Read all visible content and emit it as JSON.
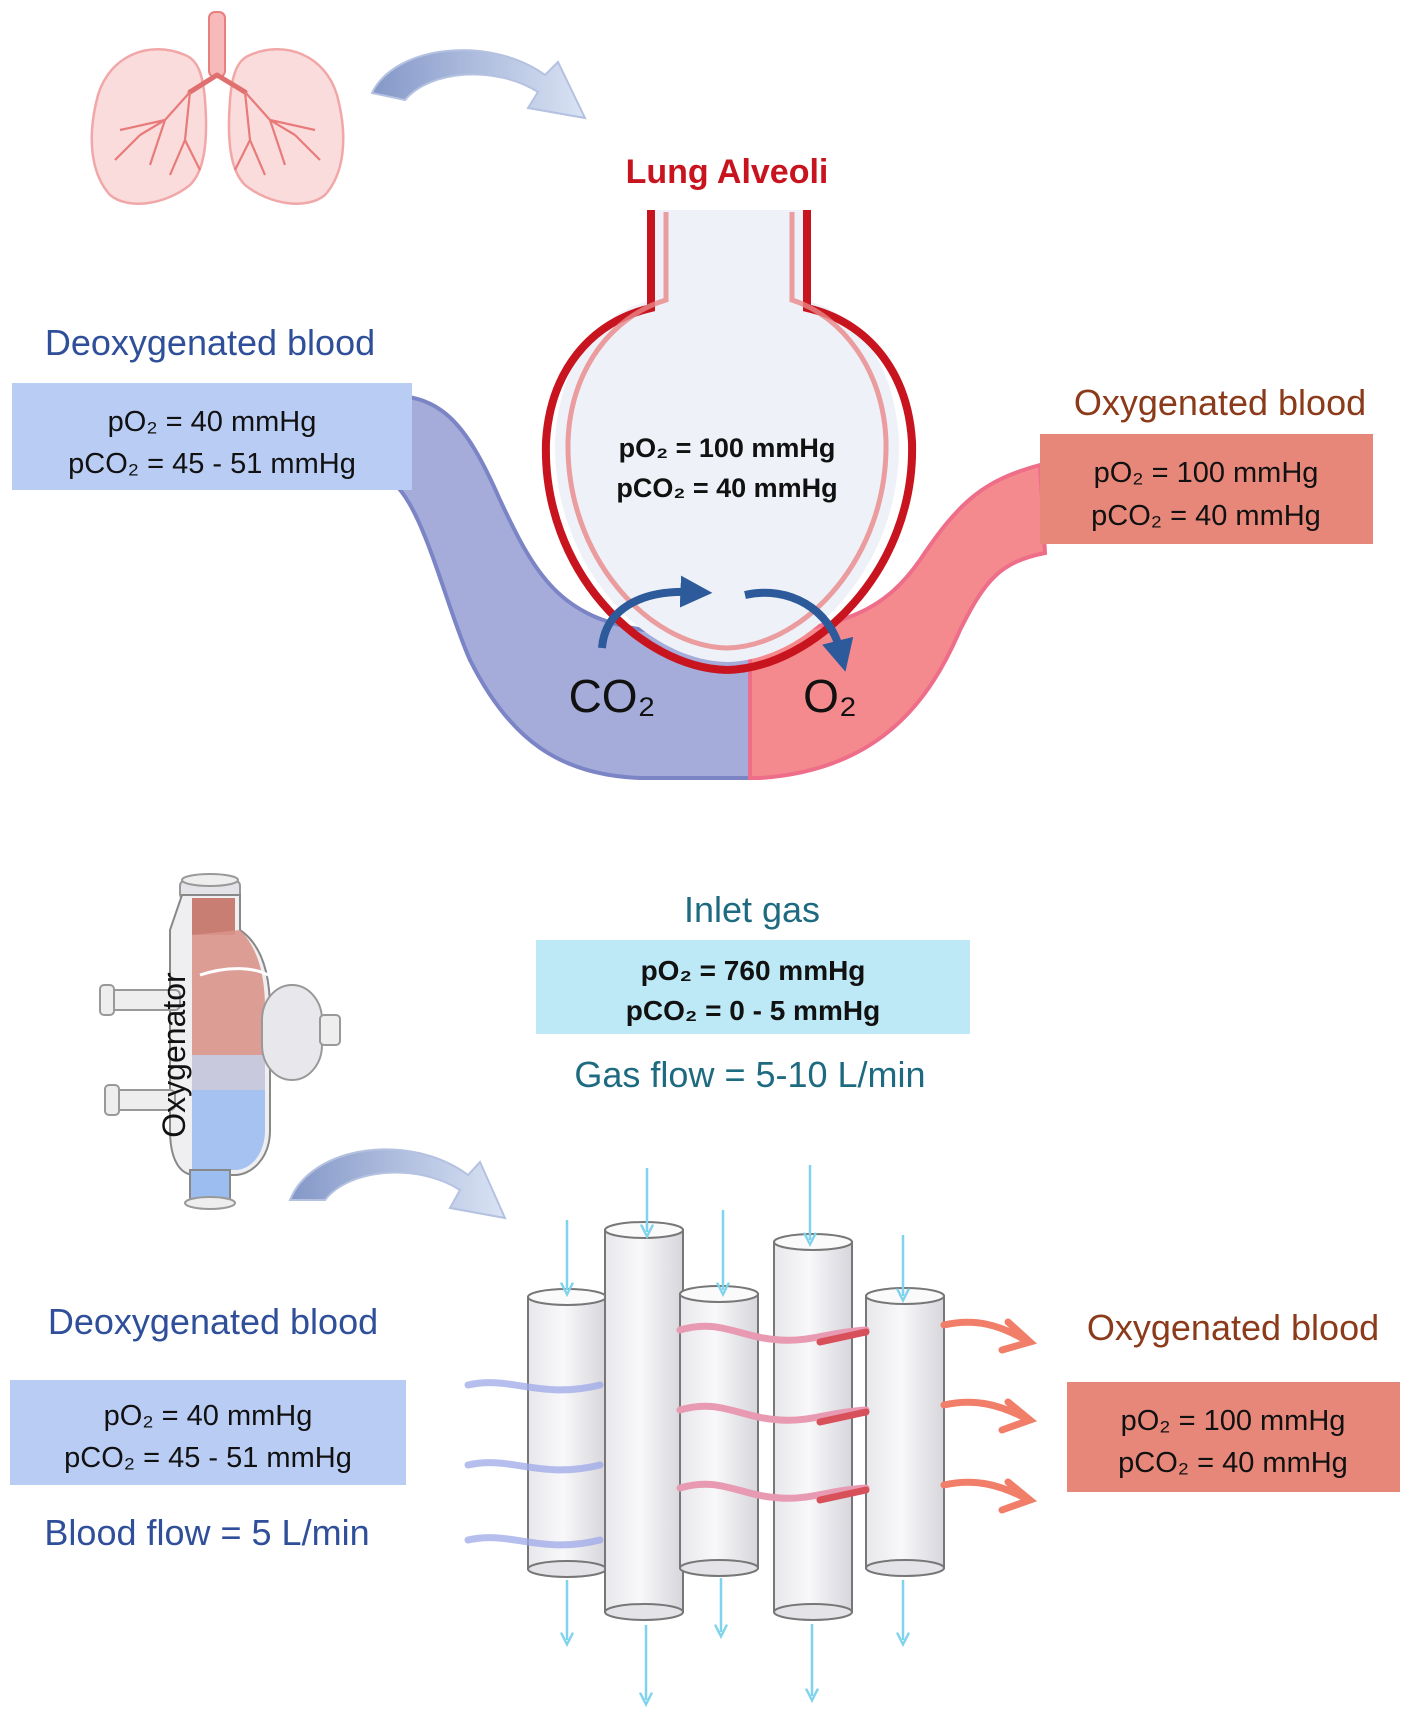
{
  "top": {
    "title": "Lung Alveoli",
    "alveoli_po2": "pO₂ = 100 mmHg",
    "alveoli_pco2": "pCO₂ = 40 mmHg",
    "deoxy_title": "Deoxygenated blood",
    "deoxy_po2": "pO₂ = 40 mmHg",
    "deoxy_pco2": "pCO₂ = 45 - 51 mmHg",
    "oxy_title": "Oxygenated blood",
    "oxy_po2": "pO₂ = 100 mmHg",
    "oxy_pco2": "pCO₂ = 40 mmHg",
    "co2_label": "CO₂",
    "o2_label": "O₂"
  },
  "bottom": {
    "oxygenator_label": "Oxygenator",
    "inlet_title": "Inlet gas",
    "inlet_po2": "pO₂ = 760 mmHg",
    "inlet_pco2": "pCO₂ = 0 - 5 mmHg",
    "gas_flow": "Gas flow = 5-10 L/min",
    "deoxy_title": "Deoxygenated blood",
    "deoxy_po2": "pO₂ = 40 mmHg",
    "deoxy_pco2": "pCO₂ = 45 - 51 mmHg",
    "blood_flow": "Blood flow = 5 L/min",
    "oxy_title": "Oxygenated blood",
    "oxy_po2": "pO₂ = 100 mmHg",
    "oxy_pco2": "pCO₂ = 40 mmHg"
  },
  "colors": {
    "deoxy_text": "#2F4F9A",
    "deoxy_box": "#B8CCF4",
    "deoxy_vessel": "#A5ACDA",
    "oxy_text": "#8B3A1A",
    "oxy_box": "#E7877A",
    "oxy_vessel": "#F48A8E",
    "alveoli_red": "#C8141E",
    "gas_text": "#1E6A80",
    "gas_box": "#BDE8F5",
    "exchange_arrow": "#2C5A9A"
  }
}
